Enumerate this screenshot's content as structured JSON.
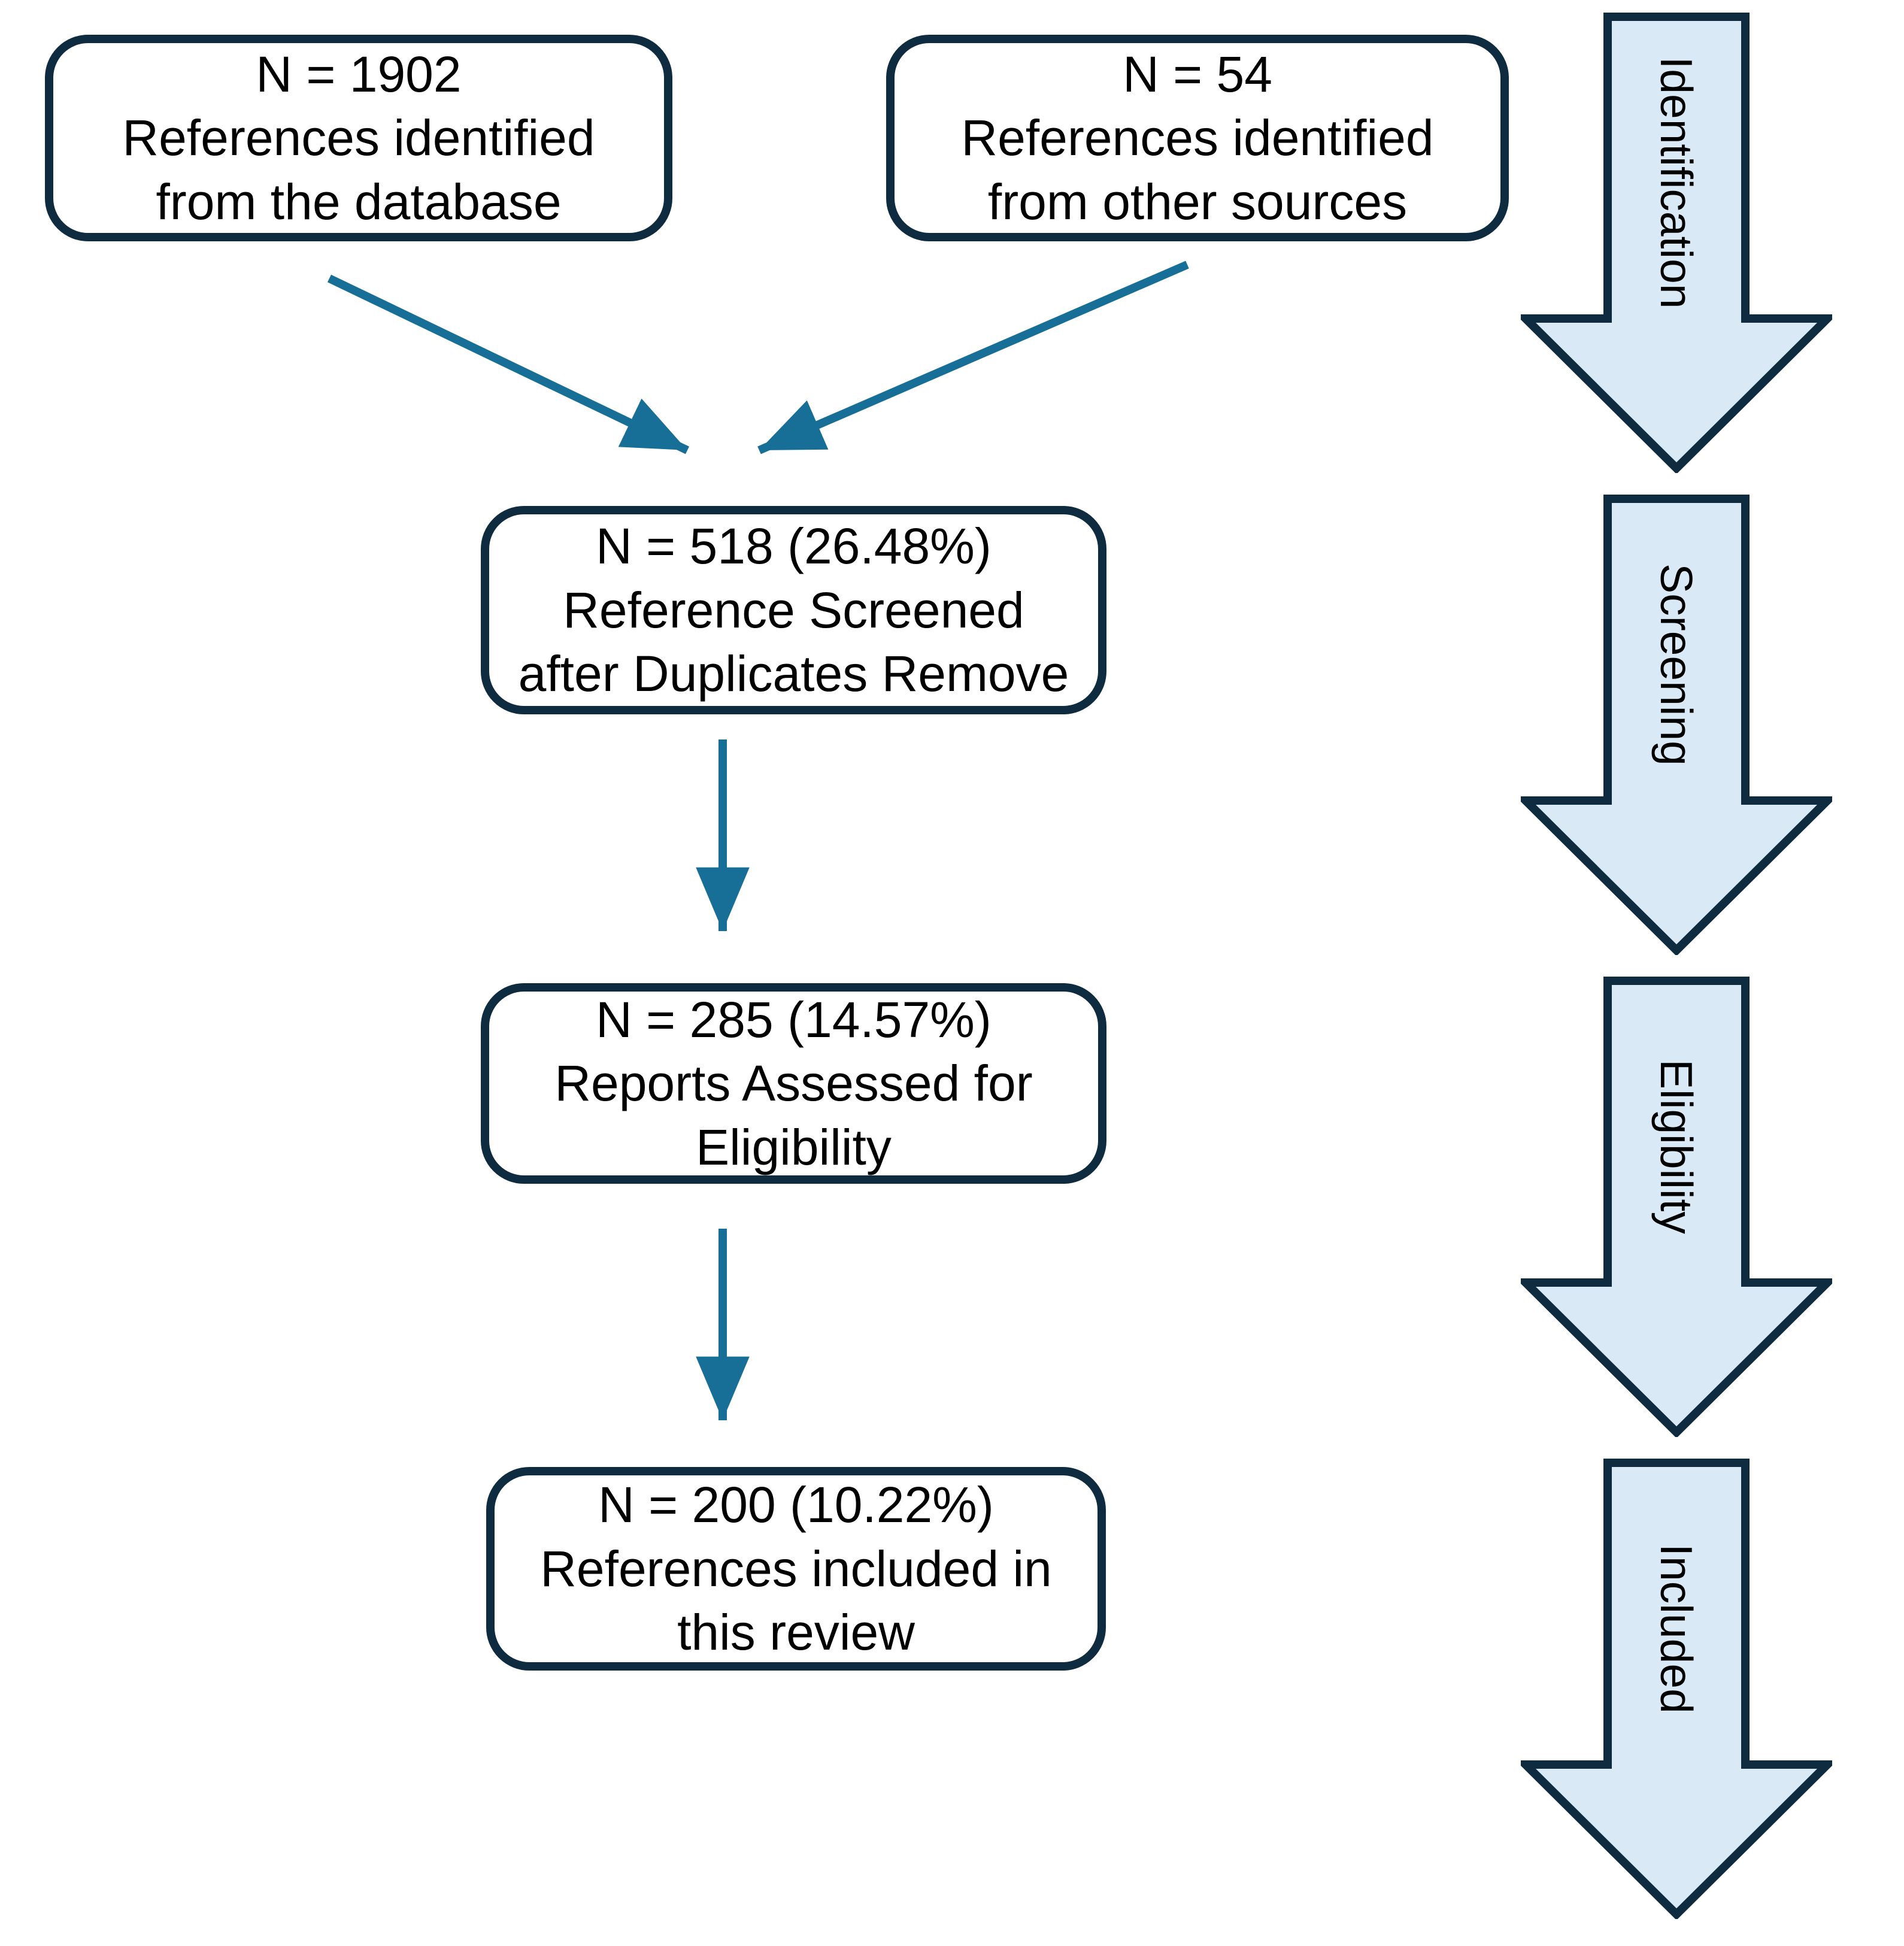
{
  "colors": {
    "outline": "#0e2b40",
    "stage_arrow_fill": "#d9e9f6",
    "connector": "#176e96",
    "box_fill": "#ffffff",
    "text_color": "#000000"
  },
  "flow": {
    "boxes": [
      {
        "name": "references-identified-database",
        "lines": [
          "N = 1902",
          "References identified",
          "from the database"
        ]
      },
      {
        "name": "references-identified-other",
        "lines": [
          "N = 54",
          "References identified",
          "from other sources"
        ]
      },
      {
        "name": "references-screened",
        "lines": [
          "N = 518 (26.48%)",
          "Reference Screened",
          "after Duplicates Remove"
        ]
      },
      {
        "name": "reports-assessed",
        "lines": [
          "N = 285 (14.57%)",
          "Reports Assessed for",
          "Eligibility"
        ]
      },
      {
        "name": "references-included",
        "lines": [
          "N = 200 (10.22%)",
          "References included in",
          "this review"
        ]
      }
    ],
    "stages": [
      {
        "label": "Identification"
      },
      {
        "label": "Screening"
      },
      {
        "label": "Eligibility"
      },
      {
        "label": "Included"
      }
    ]
  }
}
